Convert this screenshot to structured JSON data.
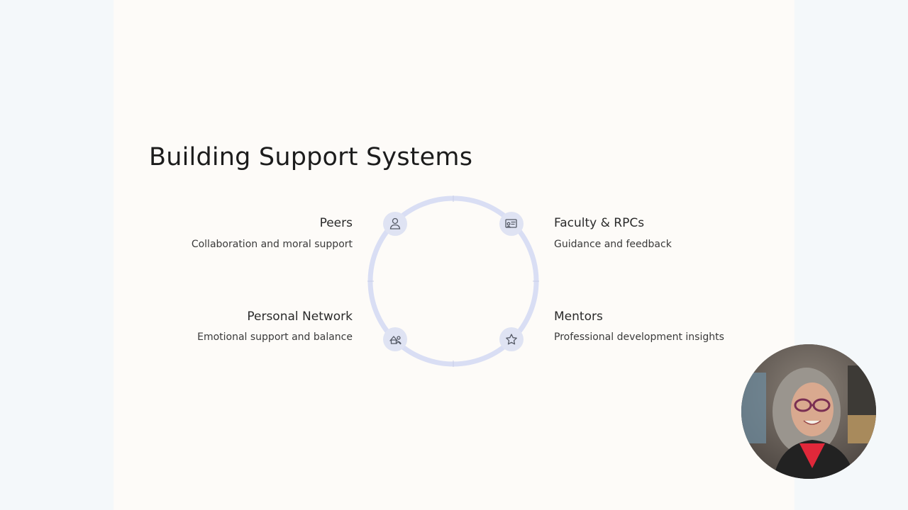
{
  "slide": {
    "title": "Building Support Systems"
  },
  "cycle": {
    "nodes": [
      {
        "label": "Peers",
        "description": "Collaboration and moral support",
        "icon": "person-icon"
      },
      {
        "label": "Faculty & RPCs",
        "description": "Guidance and feedback",
        "icon": "presentation-icon"
      },
      {
        "label": "Personal Network",
        "description": "Emotional support and balance",
        "icon": "network-icon"
      },
      {
        "label": "Mentors",
        "description": "Professional development insights",
        "icon": "star-icon"
      }
    ]
  },
  "colors": {
    "ring": "#d9def4",
    "node_fill": "#dfe3f3",
    "icon_stroke": "#555a66",
    "title": "#1c1c1c"
  }
}
